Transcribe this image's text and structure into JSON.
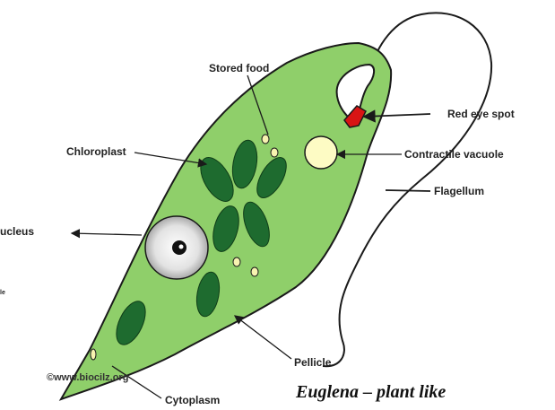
{
  "labels": {
    "stored_food": "Stored food",
    "red_eye_spot": "Red eye spot",
    "chloroplast": "Chloroplast",
    "contractile_vacuole": "Contractile vacuole",
    "flagellum": "Flagellum",
    "nucleus": "ucleus",
    "side_fragment": "le",
    "pellicle": "Pellicle",
    "cytoplasm": "Cytoplasm"
  },
  "credit": "©www.biocilz.org",
  "caption": "Euglena – plant like",
  "colors": {
    "cytoplasm_fill": "#8fcf6a",
    "outline": "#1a1a1a",
    "chloroplast_fill": "#1e6b2f",
    "vacuole_fill": "#fdfbc4",
    "eye_spot": "#d81414",
    "nucleus_fill": "#cfcfcf",
    "food_fill": "#f7f3b0"
  }
}
